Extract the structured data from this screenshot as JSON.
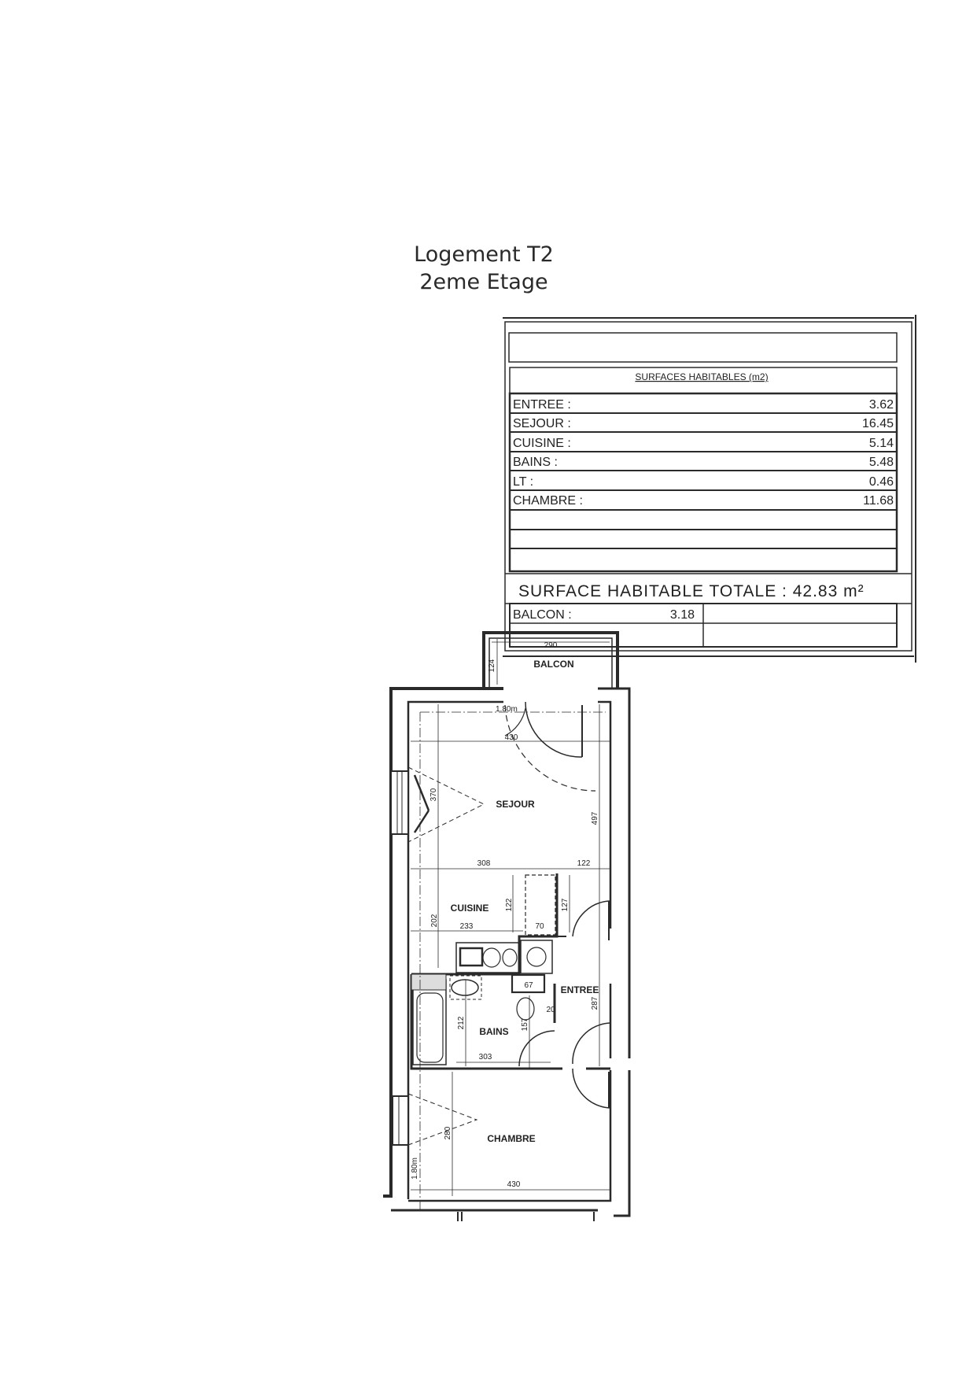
{
  "header": {
    "title": "Logement T2",
    "subtitle": "2eme Etage"
  },
  "table": {
    "heading": "SURFACES HABITABLES (m2)",
    "rows": [
      {
        "label": "ENTREE :",
        "value": "3.62"
      },
      {
        "label": "SEJOUR :",
        "value": "16.45"
      },
      {
        "label": "CUISINE :",
        "value": "5.14"
      },
      {
        "label": "BAINS :",
        "value": "5.48"
      },
      {
        "label": "LT :",
        "value": "0.46"
      },
      {
        "label": "CHAMBRE :",
        "value": "11.68"
      }
    ],
    "total": "SURFACE HABITABLE TOTALE : 42.83 m²",
    "balcon_label": "BALCON :",
    "balcon_value": "3.18"
  },
  "plan": {
    "rooms": {
      "balcon": "BALCON",
      "sejour": "SEJOUR",
      "cuisine": "CUISINE",
      "bains": "BAINS",
      "entree": "ENTREE",
      "chambre": "CHAMBRE"
    },
    "dims": {
      "balcon_w": "290",
      "balcon_d": "124",
      "sejour_w": "430",
      "sejour_win": "370",
      "sejour_h": "497",
      "cuisine_w": "308",
      "entree_w": "122",
      "cuisine_h": "202",
      "cuisine_inner": "233",
      "fridge_h": "122",
      "fridge_w": "70",
      "fridge_d": "127",
      "wc_w": "67",
      "wc_d": "20",
      "bains_h": "212",
      "bains_w": "303",
      "wc_h": "157",
      "entree_h": "287",
      "chambre_h": "280",
      "chambre_w": "430",
      "rail_top": "1.80m",
      "rail_bottom": "1.80m"
    }
  }
}
